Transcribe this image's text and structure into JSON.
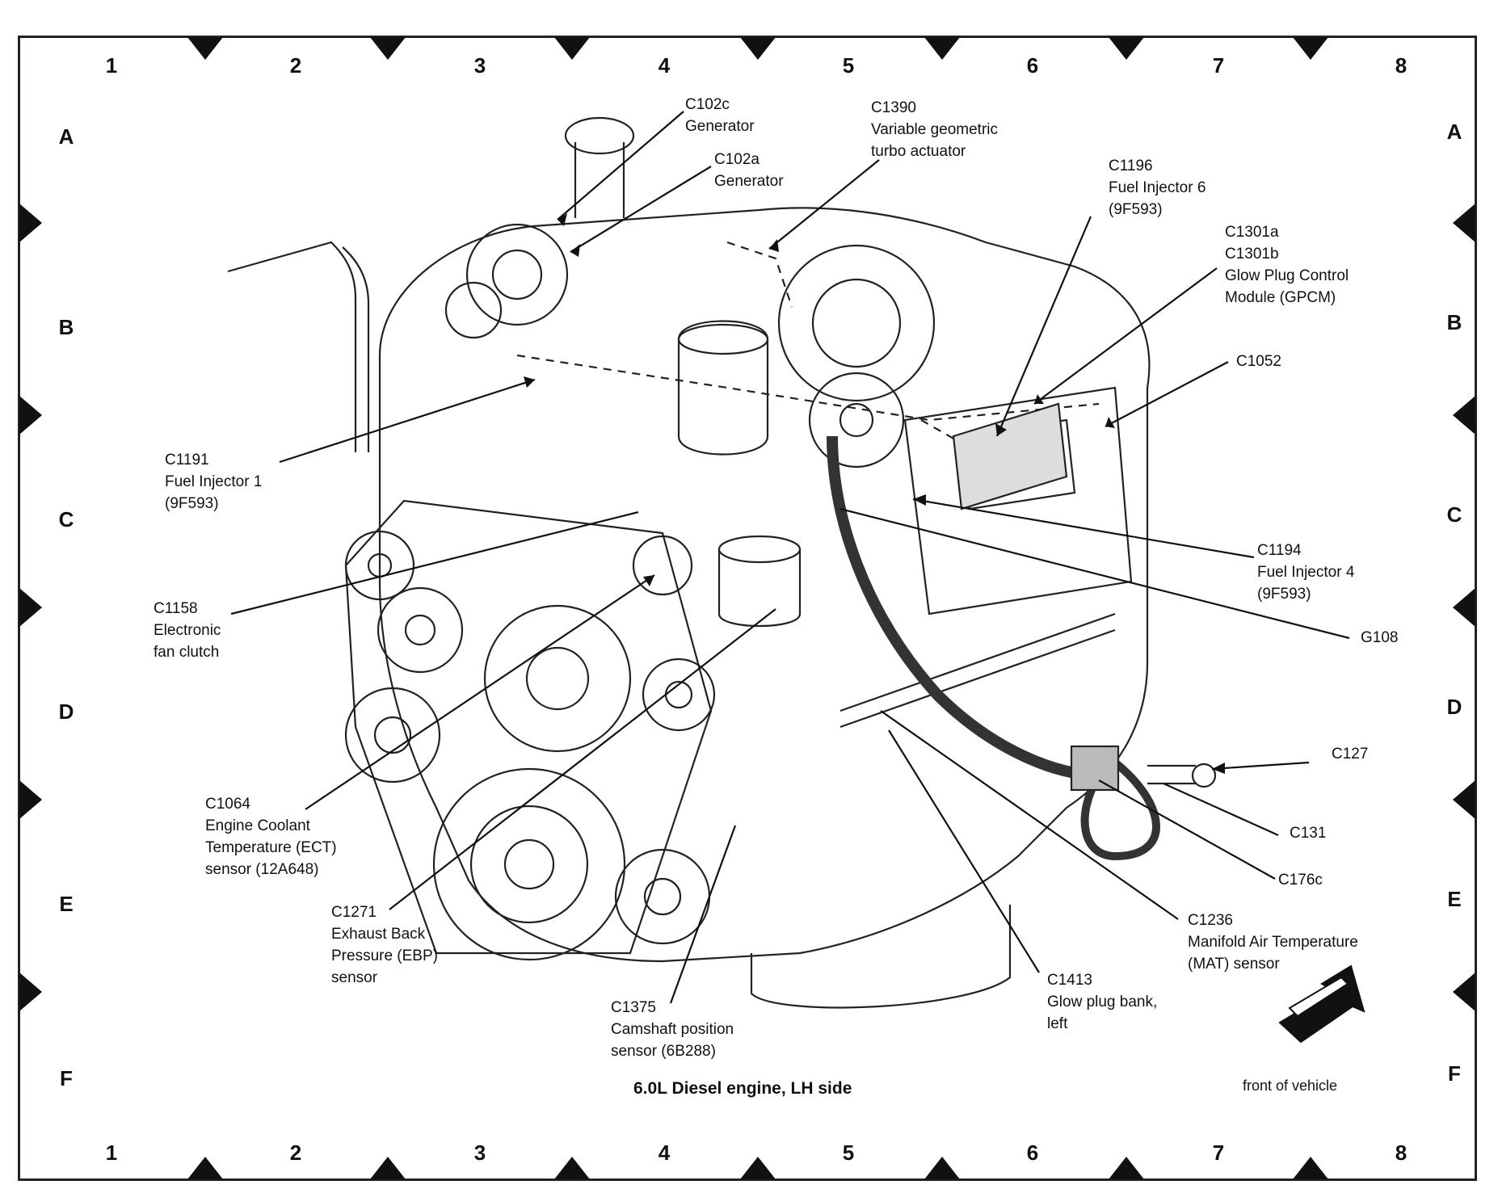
{
  "title": "6.0L Diesel engine, LH side",
  "front_label": "front of vehicle",
  "grid": {
    "columns": [
      "1",
      "2",
      "3",
      "4",
      "5",
      "6",
      "7",
      "8"
    ],
    "rows": [
      "A",
      "B",
      "C",
      "D",
      "E",
      "F"
    ]
  },
  "callouts": {
    "c102c": "C102c\nGenerator",
    "c102a": "C102a\nGenerator",
    "c1390": "C1390\nVariable geometric\nturbo actuator",
    "c1196": "C1196\nFuel Injector 6\n(9F593)",
    "c1301": "C1301a\nC1301b\nGlow Plug Control\nModule (GPCM)",
    "c1052": "C1052",
    "c1191": "C1191\nFuel Injector 1\n(9F593)",
    "c1194": "C1194\nFuel Injector 4\n(9F593)",
    "g108": "G108",
    "c1158": "C1158\nElectronic\nfan clutch",
    "c127": "C127",
    "c131": "C131",
    "c176c": "C176c",
    "c1064": "C1064\nEngine Coolant\nTemperature (ECT)\nsensor (12A648)",
    "c1271": "C1271\nExhaust Back\nPressure (EBP)\nsensor",
    "c1236": "C1236\nManifold Air Temperature\n(MAT) sensor",
    "c1413": "C1413\nGlow plug bank,\nleft",
    "c1375": "C1375\nCamshaft position\nsensor (6B288)"
  },
  "icons": [
    "front-of-vehicle-arrow-icon",
    "grid-marker-triangle-icon"
  ]
}
